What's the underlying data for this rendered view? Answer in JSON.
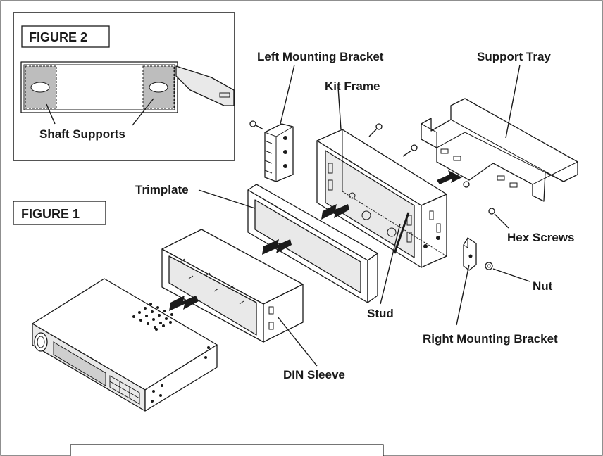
{
  "figure2": {
    "title": "FIGURE 2",
    "shaft_supports": "Shaft Supports"
  },
  "figure1": {
    "title": "FIGURE 1"
  },
  "labels": {
    "left_mounting_bracket": "Left Mounting Bracket",
    "support_tray": "Support Tray",
    "kit_frame": "Kit Frame",
    "trimplate": "Trimplate",
    "hex_screws": "Hex Screws",
    "nut": "Nut",
    "stud": "Stud",
    "right_mounting_bracket": "Right Mounting Bracket",
    "din_sleeve": "DIN Sleeve"
  }
}
